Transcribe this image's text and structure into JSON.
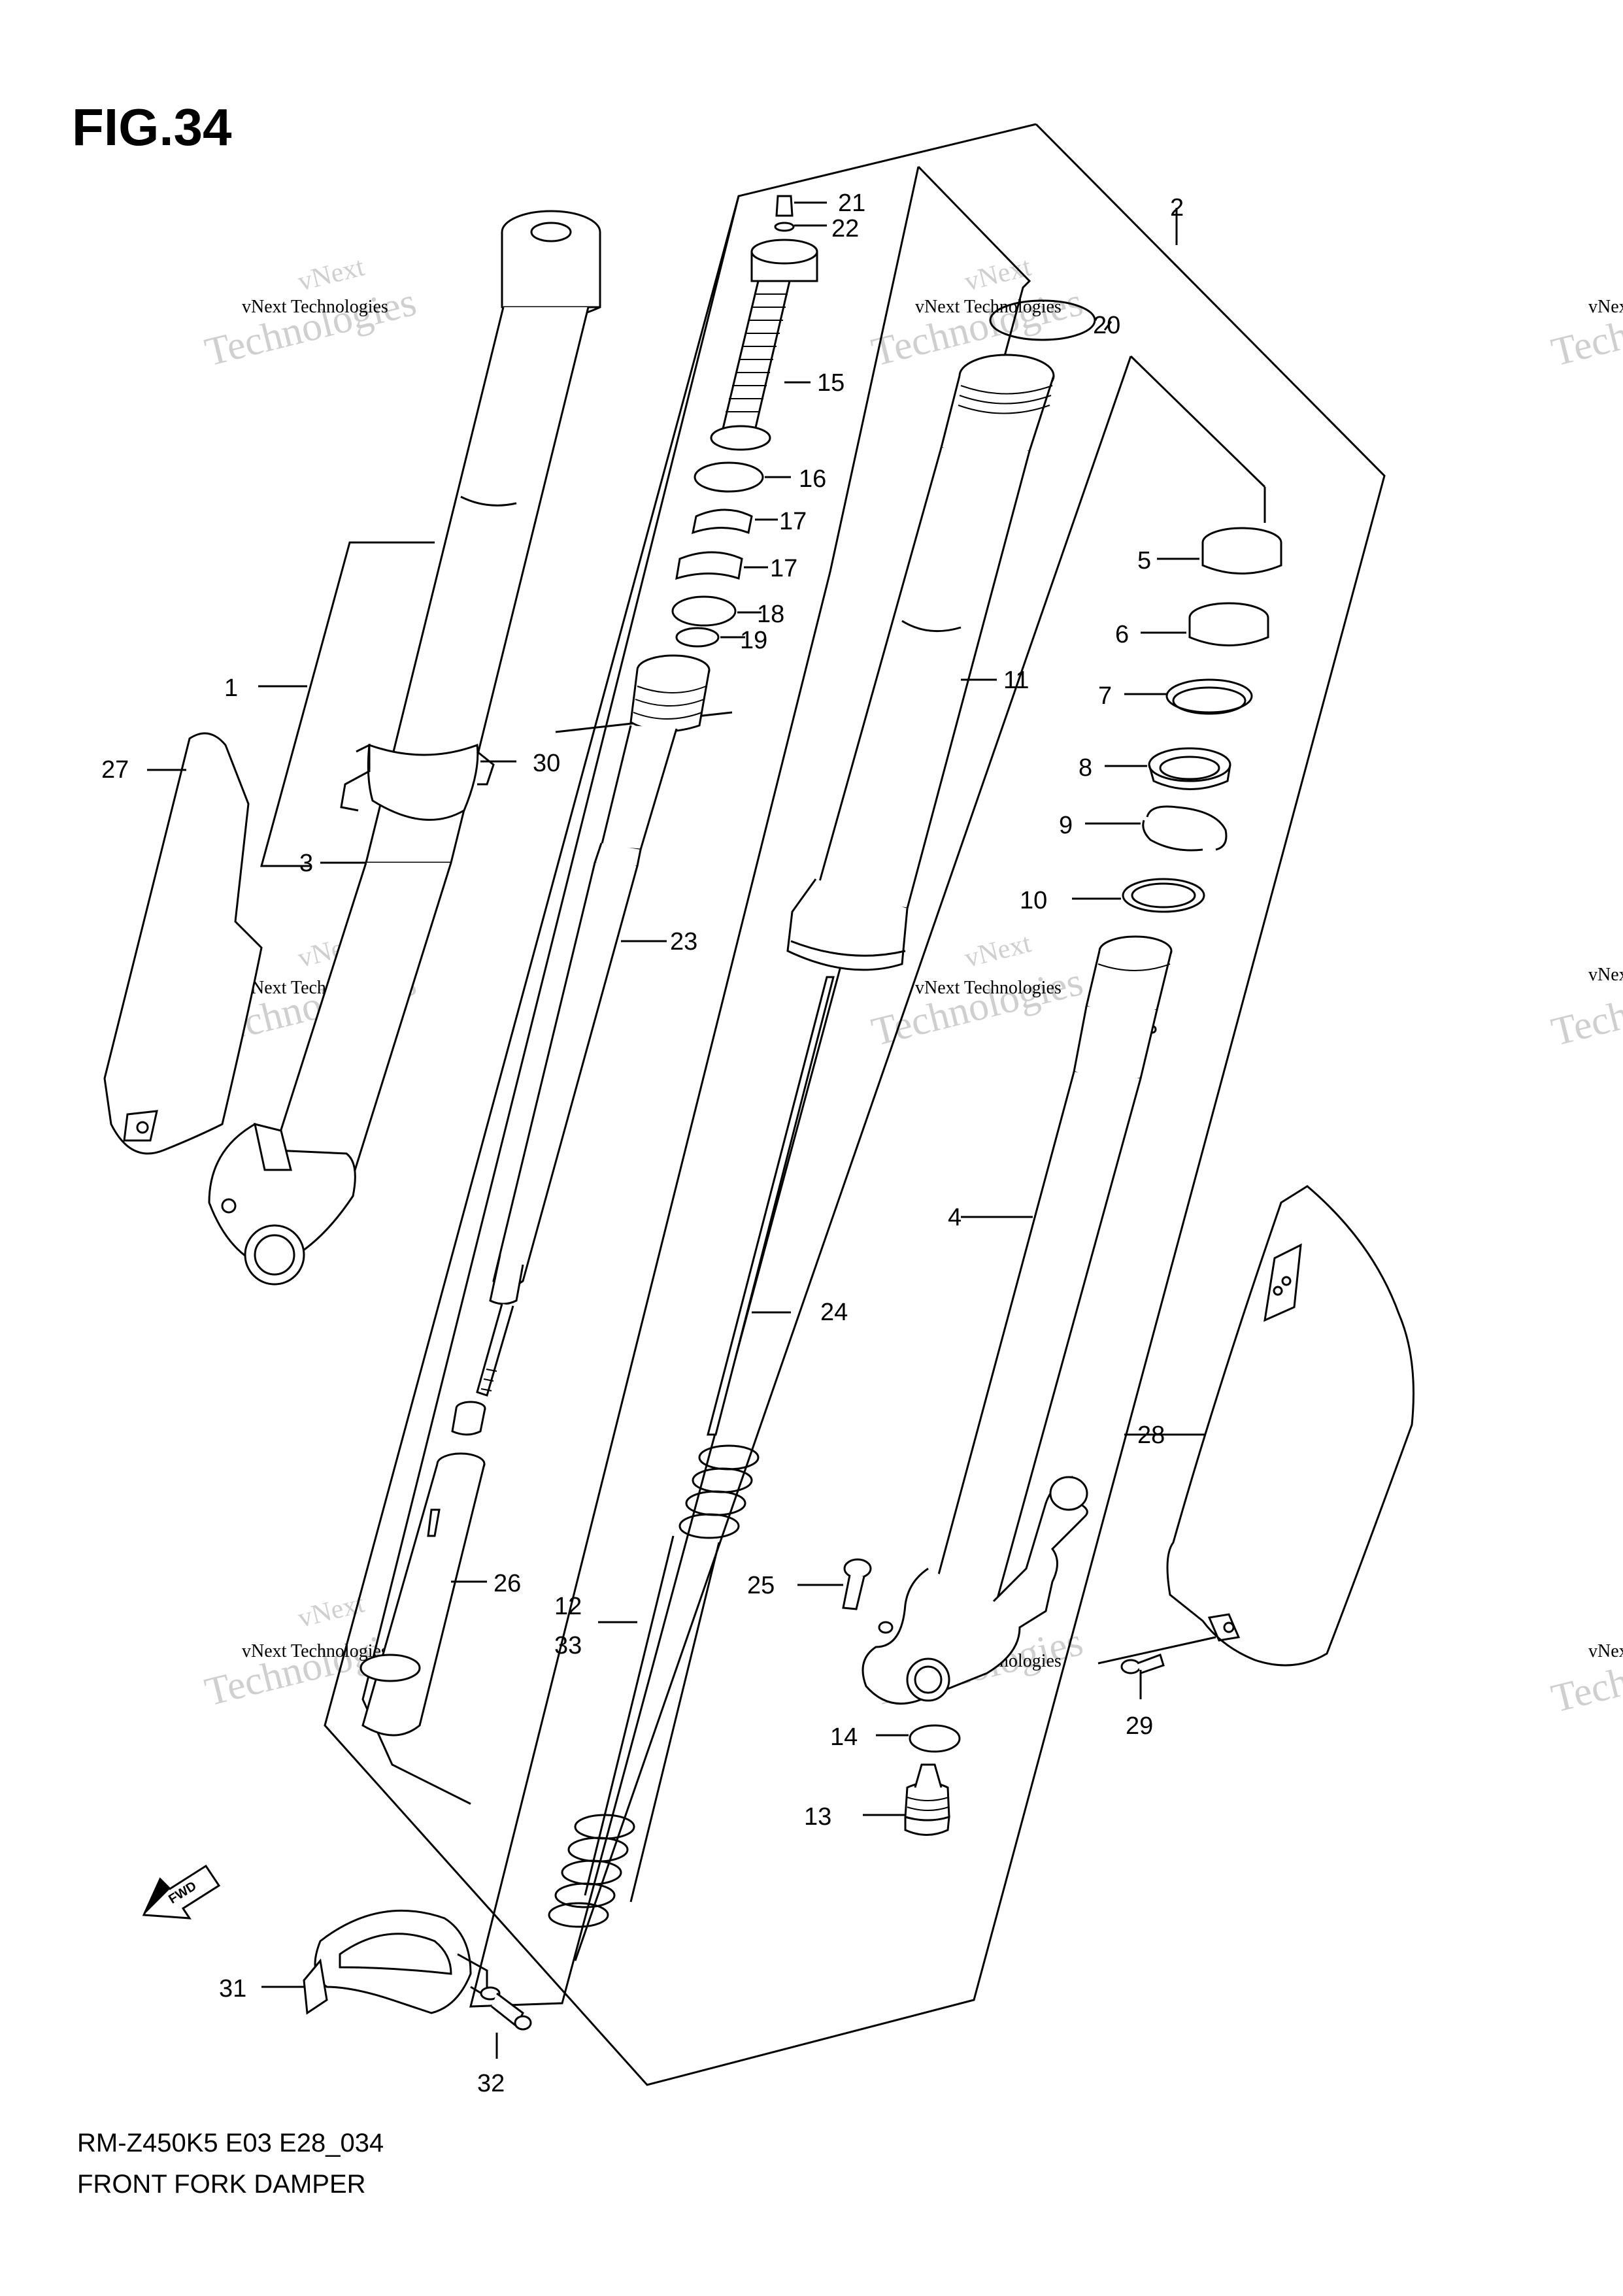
{
  "figure": {
    "title": "FIG.34",
    "model_code": "RM-Z450K5 E03 E28_034",
    "caption": "FRONT FORK DAMPER",
    "fwd_label": "FWD"
  },
  "watermark": {
    "line1": "vNext Technologies",
    "line2": "vNext",
    "line3": "Technologies"
  },
  "callouts": [
    {
      "id": "c1",
      "label": "1"
    },
    {
      "id": "c2",
      "label": "2"
    },
    {
      "id": "c3",
      "label": "3"
    },
    {
      "id": "c4",
      "label": "4"
    },
    {
      "id": "c5",
      "label": "5"
    },
    {
      "id": "c6",
      "label": "6"
    },
    {
      "id": "c7",
      "label": "7"
    },
    {
      "id": "c8",
      "label": "8"
    },
    {
      "id": "c9",
      "label": "9"
    },
    {
      "id": "c10",
      "label": "10"
    },
    {
      "id": "c11",
      "label": "11"
    },
    {
      "id": "c12",
      "label": "12"
    },
    {
      "id": "c33",
      "label": "33"
    },
    {
      "id": "c13",
      "label": "13"
    },
    {
      "id": "c14",
      "label": "14"
    },
    {
      "id": "c15",
      "label": "15"
    },
    {
      "id": "c16",
      "label": "16"
    },
    {
      "id": "c17a",
      "label": "17"
    },
    {
      "id": "c17b",
      "label": "17"
    },
    {
      "id": "c18",
      "label": "18"
    },
    {
      "id": "c19",
      "label": "19"
    },
    {
      "id": "c20",
      "label": "20"
    },
    {
      "id": "c21",
      "label": "21"
    },
    {
      "id": "c22",
      "label": "22"
    },
    {
      "id": "c23",
      "label": "23"
    },
    {
      "id": "c24",
      "label": "24"
    },
    {
      "id": "c25",
      "label": "25"
    },
    {
      "id": "c26",
      "label": "26"
    },
    {
      "id": "c27",
      "label": "27"
    },
    {
      "id": "c28",
      "label": "28"
    },
    {
      "id": "c29",
      "label": "29"
    },
    {
      "id": "c30",
      "label": "30"
    },
    {
      "id": "c31",
      "label": "31"
    },
    {
      "id": "c32",
      "label": "32"
    }
  ]
}
